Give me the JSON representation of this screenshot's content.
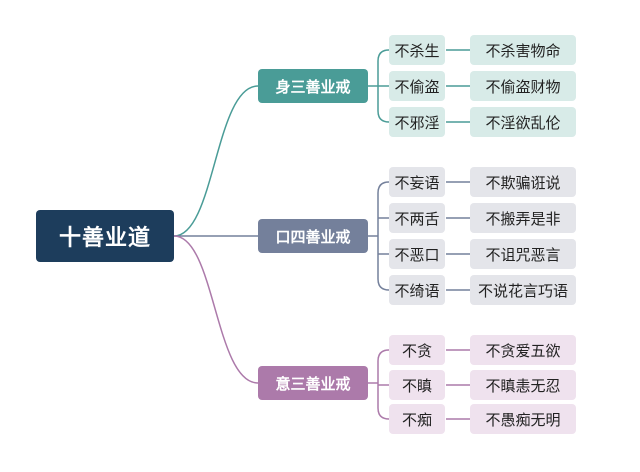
{
  "root": {
    "label": "十善业道"
  },
  "groups": [
    {
      "label": "身三善业戒",
      "color": "#4a9c97",
      "items": [
        {
          "label": "不杀生",
          "detail": "不杀害物命"
        },
        {
          "label": "不偷盗",
          "detail": "不偷盗财物"
        },
        {
          "label": "不邪淫",
          "detail": "不淫欲乱伦"
        }
      ]
    },
    {
      "label": "口四善业戒",
      "color": "#74809b",
      "items": [
        {
          "label": "不妄语",
          "detail": "不欺骗诳说"
        },
        {
          "label": "不两舌",
          "detail": "不搬弄是非"
        },
        {
          "label": "不恶口",
          "detail": "不诅咒恶言"
        },
        {
          "label": "不绮语",
          "detail": "不说花言巧语"
        }
      ]
    },
    {
      "label": "意三善业戒",
      "color": "#ac7aaa",
      "items": [
        {
          "label": "不贪",
          "detail": "不贪爱五欲"
        },
        {
          "label": "不瞋",
          "detail": "不瞋恚无忍"
        },
        {
          "label": "不痴",
          "detail": "不愚痴无明"
        }
      ]
    }
  ]
}
